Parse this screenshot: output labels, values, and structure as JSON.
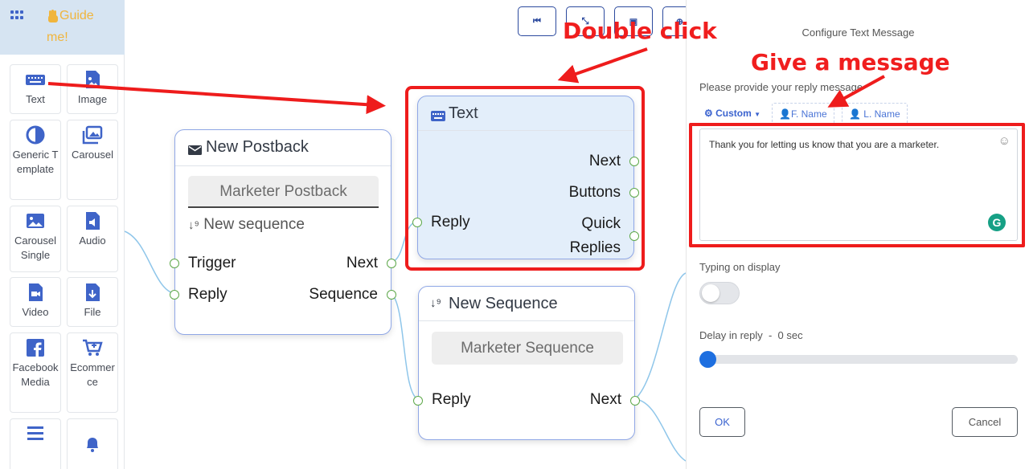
{
  "palette": {
    "guide_line1": "Guide",
    "guide_line2": "me!",
    "tiles": [
      {
        "label": "Text",
        "icon": "keyboard-icon"
      },
      {
        "label": "Image",
        "icon": "image-icon"
      },
      {
        "label": "Generic Template",
        "icon": "half-circle-icon"
      },
      {
        "label": "Carousel",
        "icon": "gallery-icon"
      },
      {
        "label": "Carousel Single",
        "icon": "picture-icon"
      },
      {
        "label": "Audio",
        "icon": "audio-file-icon"
      },
      {
        "label": "Video",
        "icon": "video-file-icon"
      },
      {
        "label": "File",
        "icon": "download-file-icon"
      },
      {
        "label": "Facebook Media",
        "icon": "facebook-icon"
      },
      {
        "label": "Ecommerce",
        "icon": "cart-icon"
      },
      {
        "label": "",
        "icon": "lines-icon"
      },
      {
        "label": "",
        "icon": "bell-icon"
      }
    ]
  },
  "toolbar": {
    "buttons": [
      {
        "icon": "skip-back-icon",
        "glyph": "⏮"
      },
      {
        "icon": "shrink-icon",
        "glyph": "⤡"
      },
      {
        "icon": "save-icon",
        "glyph": "▣"
      },
      {
        "icon": "zoom-icon",
        "glyph": "⊕"
      }
    ]
  },
  "nodes": {
    "postback": {
      "title": "New Postback",
      "pill": "Marketer Postback",
      "sequence_label": "New sequence",
      "ports": {
        "trigger": "Trigger",
        "reply": "Reply",
        "next": "Next",
        "sequence": "Sequence"
      }
    },
    "text": {
      "title": "Text",
      "ports": {
        "next": "Next",
        "buttons": "Buttons",
        "reply": "Reply",
        "quick_line1": "Quick",
        "quick_line2": "Replies"
      }
    },
    "sequence": {
      "title": "New Sequence",
      "pill": "Marketer Sequence",
      "ports": {
        "reply": "Reply",
        "next": "Next"
      }
    }
  },
  "annotations": {
    "double_click": "Double click",
    "give_message": "Give a message"
  },
  "panel": {
    "title": "Configure Text Message",
    "reply_label": "Please provide your reply message",
    "tabs": {
      "custom": "Custom",
      "first_name": "F. Name",
      "last_name": "L. Name"
    },
    "message": "Thank you for letting us know that you are a marketer.",
    "typing_label": "Typing on display",
    "typing_on": false,
    "delay_label": "Delay in reply  -  0 sec",
    "delay_seconds": 0,
    "ok_label": "OK",
    "cancel_label": "Cancel"
  },
  "colors": {
    "annotation": "#ee1c1c",
    "port": "#5ea84a",
    "node_border": "#8fa7e6",
    "wire": "#8fc6ea",
    "slider": "#1e6fe0",
    "guide": "#f0b53d"
  }
}
